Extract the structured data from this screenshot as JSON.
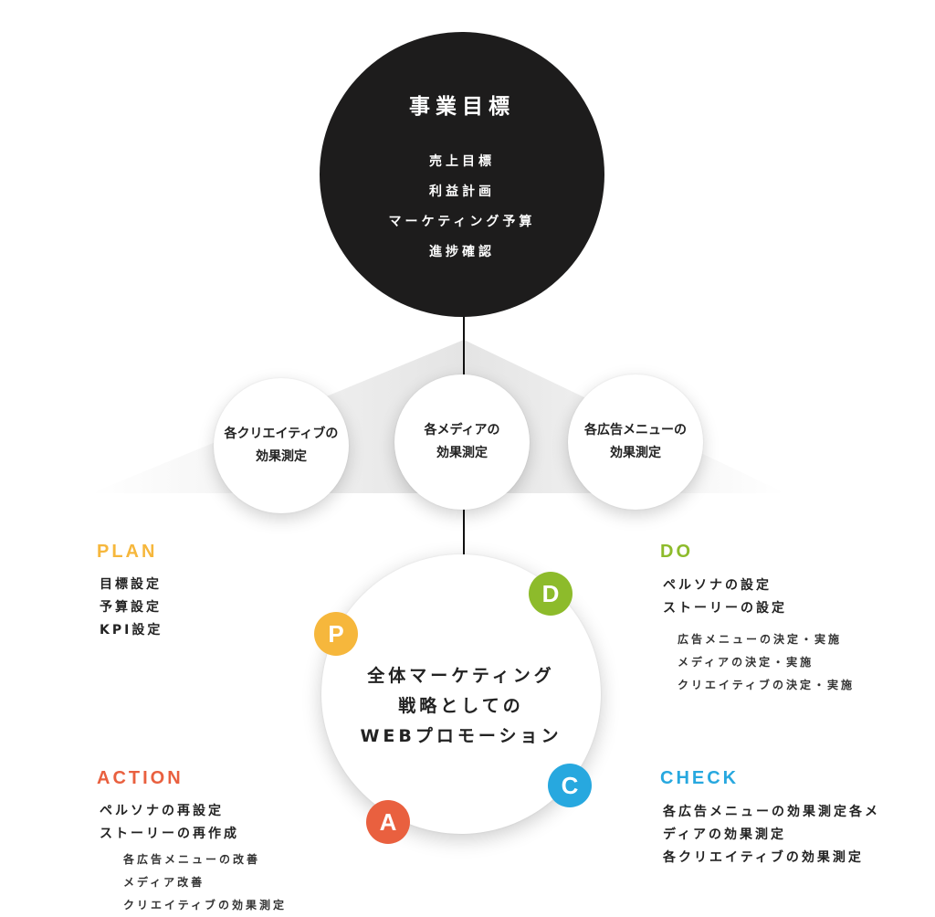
{
  "colors": {
    "goal_bg": "#1d1c1c",
    "plan": "#f6b73c",
    "do": "#8dbb2b",
    "check": "#27a8df",
    "action": "#e9603f"
  },
  "goal": {
    "title": "事業目標",
    "items": [
      "売上目標",
      "利益計画",
      "マーケティング予算",
      "進捗確認"
    ]
  },
  "measurements": [
    {
      "label": "各クリエイティブの\n効果測定"
    },
    {
      "label": "各メディアの\n効果測定"
    },
    {
      "label": "各広告メニューの\n効果測定"
    }
  ],
  "center": {
    "text": "全体マーケティング\n戦略としての\nWEBプロモーション"
  },
  "badges": {
    "p": "P",
    "d": "D",
    "c": "C",
    "a": "A"
  },
  "plan": {
    "title": "PLAN",
    "items": [
      "目標設定",
      "予算設定",
      "KPI設定"
    ]
  },
  "do": {
    "title": "DO",
    "items": [
      "ペルソナの設定",
      "ストーリーの設定"
    ],
    "sub_items": [
      "広告メニューの決定・実施",
      "メディアの決定・実施",
      "クリエイティブの決定・実施"
    ]
  },
  "action": {
    "title": "ACTION",
    "items": [
      "ペルソナの再設定",
      "ストーリーの再作成"
    ],
    "sub_items": [
      "各広告メニューの改善",
      "メディア改善",
      "クリエイティブの効果測定"
    ]
  },
  "check": {
    "title": "CHECK",
    "items": [
      "各広告メニューの効果測定各メ",
      "ディアの効果測定",
      "各クリエイティブの効果測定"
    ]
  }
}
